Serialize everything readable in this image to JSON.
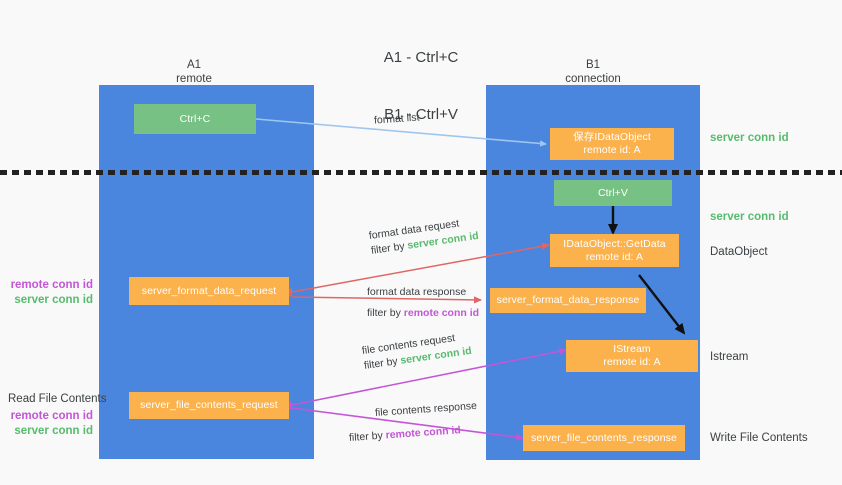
{
  "title": {
    "line1": "A1 - Ctrl+C",
    "line2": "B1 - Ctrl+V"
  },
  "colors": {
    "lane": "#4a86de",
    "green_box": "#76c183",
    "orange_box": "#fbb14c",
    "green_text": "#57bb6e",
    "purple_text": "#c455d6",
    "arrow_lightblue": "#9fc6ef",
    "arrow_red": "#e06666",
    "arrow_magenta": "#c455d6",
    "arrow_black": "#000000",
    "background": "#f9f9f9"
  },
  "columns": [
    {
      "name": "A1",
      "subtitle": "remote"
    },
    {
      "name": "B1",
      "subtitle": "connection"
    }
  ],
  "boxes": {
    "ctrl_c": {
      "line1": "Ctrl+C",
      "line2": ""
    },
    "save_idataobject": {
      "line1": "保存IDataObject",
      "line2": "remote id: A"
    },
    "ctrl_v": {
      "line1": "Ctrl+V",
      "line2": ""
    },
    "getdata": {
      "line1": "IDataObject::GetData",
      "line2": "remote id: A"
    },
    "format_data_request": {
      "line1": "server_format_data_request",
      "line2": ""
    },
    "format_data_response": {
      "line1": "server_format_data_response",
      "line2": ""
    },
    "istream": {
      "line1": "IStream",
      "line2": "remote id: A"
    },
    "file_contents_request": {
      "line1": "server_file_contents_request",
      "line2": ""
    },
    "file_contents_response": {
      "line1": "server_file_contents_response",
      "line2": ""
    }
  },
  "right_labels": {
    "server_conn_id_top": "server conn id",
    "server_conn_id_mid": "server conn id",
    "dataobject": "DataObject",
    "istream": "Istream",
    "write_file_contents": "Write File Contents"
  },
  "left_labels": {
    "remote_conn_id_1": "remote conn id",
    "server_conn_id_1": "server conn id",
    "read_file_contents": "Read File Contents",
    "remote_conn_id_2": "remote conn id",
    "server_conn_id_2": "server conn id"
  },
  "edges": [
    {
      "id": "format-list",
      "label": "format list",
      "filter_prefix": "",
      "filter_target": "",
      "filter_kind": ""
    },
    {
      "id": "format-data-request",
      "label": "format data request",
      "filter_prefix": "filter by ",
      "filter_target": "server conn id",
      "filter_kind": "server"
    },
    {
      "id": "format-data-response",
      "label": "format data response",
      "filter_prefix": "filter by ",
      "filter_target": "remote conn id",
      "filter_kind": "remote"
    },
    {
      "id": "file-contents-request",
      "label": "file contents request",
      "filter_prefix": "filter by ",
      "filter_target": "server conn id",
      "filter_kind": "server"
    },
    {
      "id": "file-contents-response",
      "label": "file contents response",
      "filter_prefix": "filter by ",
      "filter_target": "remote conn id",
      "filter_kind": "remote"
    }
  ]
}
